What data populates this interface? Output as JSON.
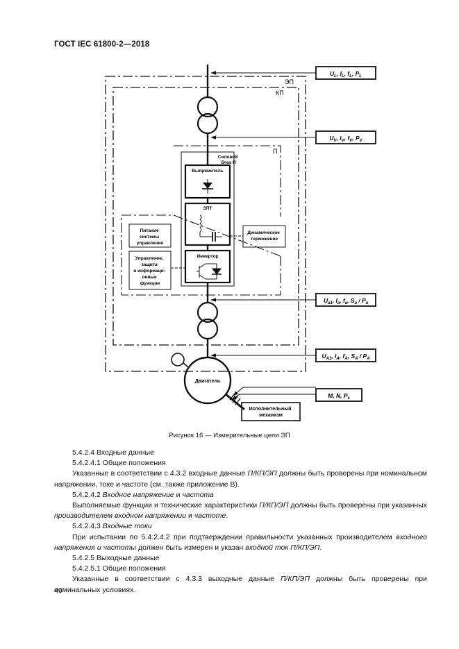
{
  "header": {
    "standard_id": "ГОСТ IEC 61800-2—2018"
  },
  "diagram": {
    "labels": {
      "ep": "ЭП",
      "kp": "КП",
      "p": "П",
      "power_block": [
        "Силовой",
        "блок П"
      ],
      "rectifier": "Выпрямитель",
      "dc_link": "ЗПТ",
      "inverter": "Инвертор",
      "dynamic_braking": [
        "Динамическое",
        "торможение"
      ],
      "control_power": [
        "Питание",
        "системы",
        "управления"
      ],
      "control_protection": [
        "Управление,",
        "защита",
        "и информаци-",
        "онные",
        "функции"
      ],
      "motor": "Двигатель",
      "driven_equipment": [
        "Исполнительный",
        "механизм"
      ]
    },
    "measurement_points": [
      {
        "base": [
          "U",
          "I",
          "f",
          "P"
        ],
        "sub": [
          "L",
          "L",
          "L",
          "L"
        ],
        "sep": [
          ", ",
          ", ",
          ", "
        ]
      },
      {
        "base": [
          "U",
          "I",
          "f",
          "P"
        ],
        "sub": [
          "V",
          "V",
          "V",
          "V"
        ],
        "sep": [
          ", ",
          ", ",
          ", "
        ]
      },
      {
        "base": [
          "U",
          "I",
          "f",
          "S",
          "P"
        ],
        "sub": [
          "a1",
          "a",
          "a",
          "a",
          "a"
        ],
        "sep": [
          ", ",
          ", ",
          ", ",
          " / "
        ]
      },
      {
        "base": [
          "U",
          "I",
          "f",
          "S",
          "P"
        ],
        "sub": [
          "A1",
          "A",
          "A",
          "A",
          "A"
        ],
        "sep": [
          ", ",
          ", ",
          ", ",
          " / "
        ]
      },
      {
        "base": [
          "M",
          "N",
          "P"
        ],
        "sub": [
          "",
          "",
          "s"
        ],
        "sep": [
          ", ",
          ", "
        ]
      }
    ]
  },
  "figure_caption": "Рисунок 16 — Измерительные цепи ЭП",
  "body": {
    "s1": "5.4.2.4 Входные данные",
    "s2": "5.4.2.4.1 Общие положения",
    "p1a": "Указанные в соответствии с 4.3.2 входные данные ",
    "p1b": "П/КП/ЭП",
    "p1c": " должны быть проверены при номинальном напряжении, токе и частоте (см. также приложение В).",
    "s3a": "5.4.2.4.2 ",
    "s3b": "Входное напряжение",
    "s3c": " и ",
    "s3d": "частота",
    "p2a": "Выполняемые функции и технические характеристики ",
    "p2b": "П/КП/ЭП",
    "p2c": " должны быть проверены при указанных ",
    "p2d": "производителем входном напряжении",
    "p2e": " и ",
    "p2f": "частоте",
    "p2g": ".",
    "s4a": "5.4.2.4.3 ",
    "s4b": "Входные токи",
    "p3a": "При испытании по 5.4.2.4.2 при подтверждении правильности указанных производителем ",
    "p3b": "входного напряжения и частоты",
    "p3c": " должен быть измерен и указан ",
    "p3d": "входной ток П/КП/ЭП",
    "p3e": ".",
    "s5": "5.4.2.5 Выходные данные",
    "s6": "5.4.2.5.1 Общие положения",
    "p4a": "Указанные в соответствии с 4.3.3 выходные данные ",
    "p4b": "П/КП/ЭП",
    "p4c": " должны быть проверены при номинальных условиях."
  },
  "page_number": "46"
}
